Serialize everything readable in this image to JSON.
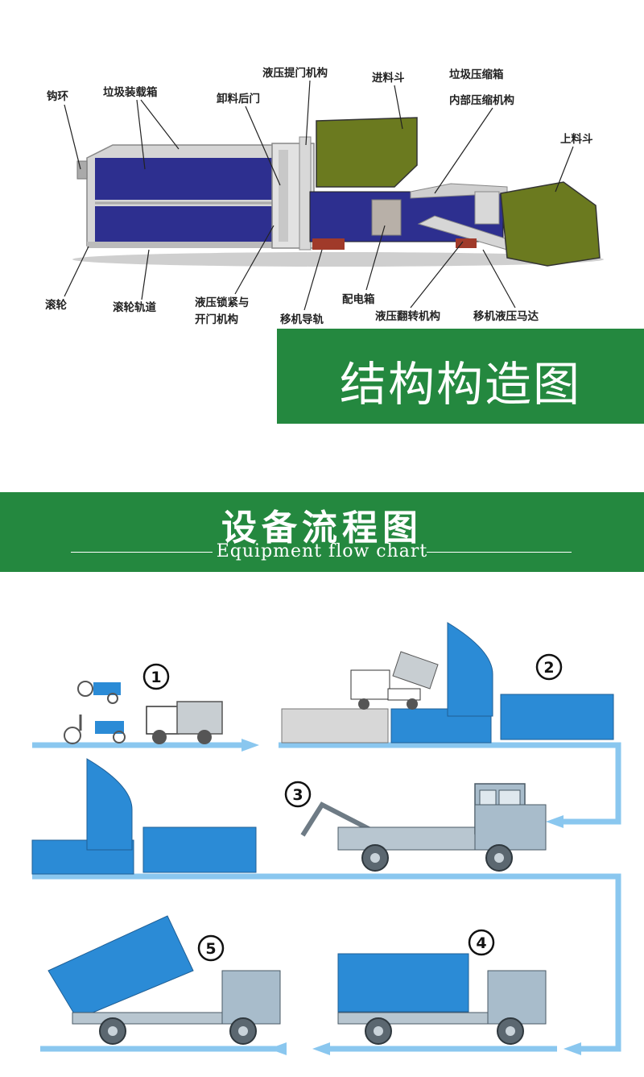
{
  "structure": {
    "title": "结构构造图",
    "labels": {
      "hook": "钩环",
      "container": "垃圾装载箱",
      "rear_door": "卸料后门",
      "lift_door": "液压提门机构",
      "feed_hopper": "进料斗",
      "compress_box": "垃圾压缩箱",
      "compress_mech": "内部压缩机构",
      "loading_hopper": "上料斗",
      "roller": "滚轮",
      "roller_track": "滚轮轨道",
      "lock_line1": "液压锁紧与",
      "lock_line2": "开门机构",
      "move_rail": "移机导轨",
      "power_box": "配电箱",
      "flip_mech": "液压翻转机构",
      "move_motor": "移机液压马达"
    }
  },
  "flow": {
    "title": "设备流程图",
    "subtitle": "Equipment flow chart",
    "steps": [
      "1",
      "2",
      "3",
      "4",
      "5"
    ]
  },
  "colors": {
    "green": "#24883f",
    "blue": "#2b8bd6",
    "flow_line": "#8ac7ef",
    "navy": "#2d2f8f",
    "olive": "#6b7a1f"
  }
}
